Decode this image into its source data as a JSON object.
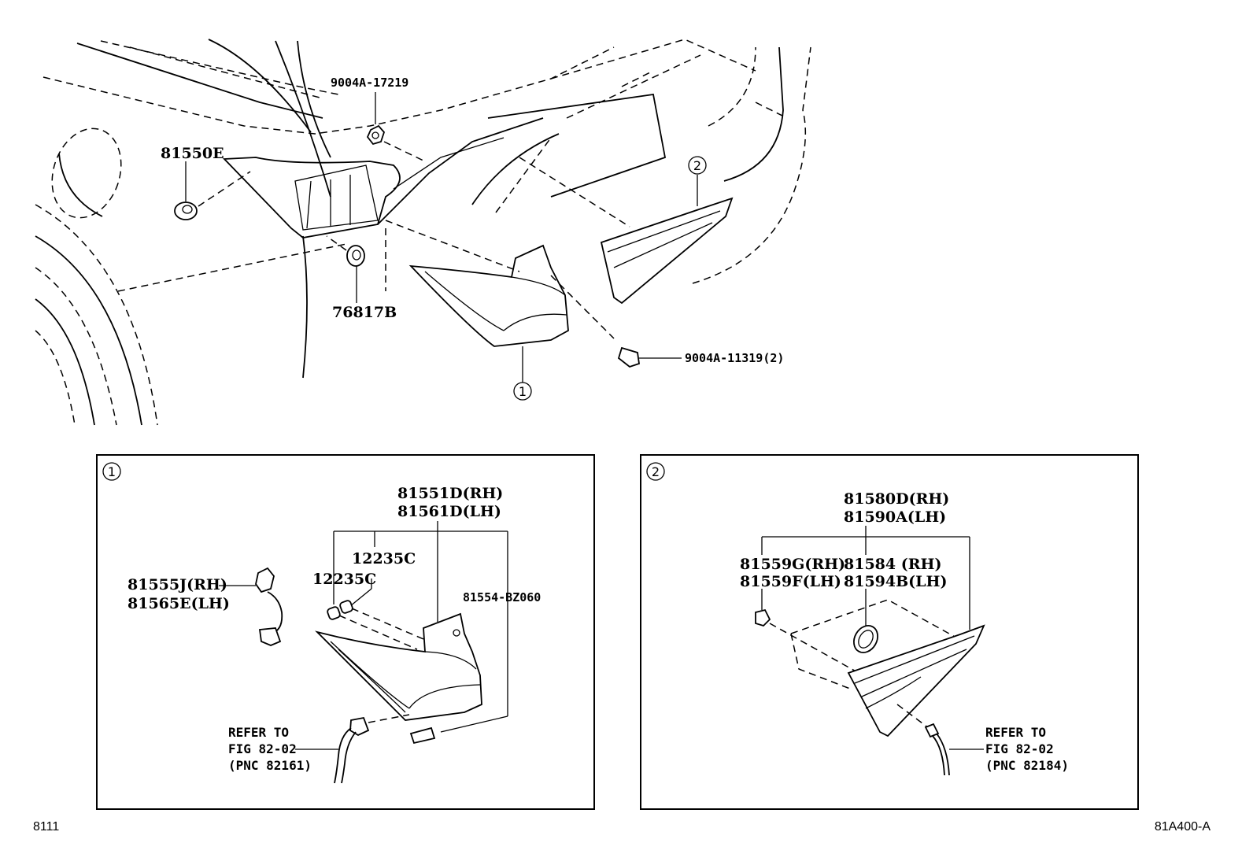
{
  "main_view": {
    "callouts": {
      "bolt_top": "9004A-17219",
      "clip_left": "81550E",
      "grommet": "76817B",
      "screw_right": "9004A-11319(2)"
    },
    "sub_markers": {
      "marker_1": "1",
      "marker_2": "2"
    }
  },
  "detail_1": {
    "marker": "1",
    "lamp_rh": "81551D(RH)",
    "lamp_lh": "81561D(LH)",
    "bulb_a": "12235C",
    "bulb_b": "12235C",
    "socket_rh": "81555J(RH)",
    "socket_lh": "81565E(LH)",
    "gasket": "81554-BZ060",
    "refer": {
      "line1": "REFER TO",
      "line2": "FIG 82-02",
      "line3": "(PNC 82161)"
    }
  },
  "detail_2": {
    "marker": "2",
    "lamp_rh": "81580D(RH)",
    "lamp_lh": "81590A(LH)",
    "bulb_rh": "81559G(RH)",
    "bulb_lh": "81559F(LH)",
    "socket_rh": "81584 (RH)",
    "socket_lh": "81594B(LH)",
    "refer": {
      "line1": "REFER TO",
      "line2": "FIG 82-02",
      "line3": "(PNC 82184)"
    }
  },
  "footer": {
    "left_code": "8111",
    "right_code": "81A400-A"
  }
}
